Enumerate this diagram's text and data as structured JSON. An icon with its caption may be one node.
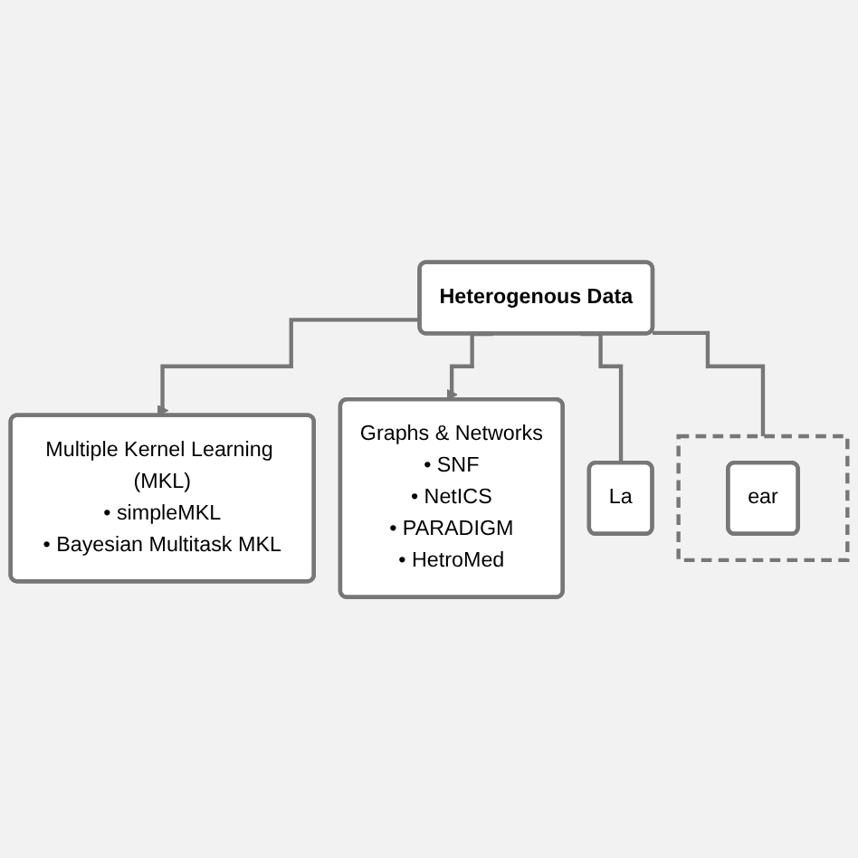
{
  "diagram": {
    "nodes": [
      {
        "text": [
          "Heterogenous Data"
        ]
      },
      {
        "text": [],
        "shape": "box"
      },
      {
        "text": [
          "ear"
        ],
        "in": 1
      },
      {
        "text": [
          "Multiple Kernel Learning (MKL)",
          "• simpleMKL",
          "• Bayesian Multitask MKL"
        ]
      },
      {
        "text": [
          "Graphs & Networks",
          "• SNF",
          "• NetICS",
          "• PARADIGM",
          "• HetroMed"
        ]
      },
      {
        "text": [
          "La"
        ]
      }
    ],
    "edges": [
      {
        "from": 0,
        "to": 1,
        "arrow": "none"
      },
      {
        "from": 0,
        "to": 3,
        "arrow": "to"
      },
      {
        "from": 0,
        "to": 4,
        "arrow": "to"
      },
      {
        "from": 0,
        "to": 5,
        "arrow": "none"
      }
    ]
  }
}
